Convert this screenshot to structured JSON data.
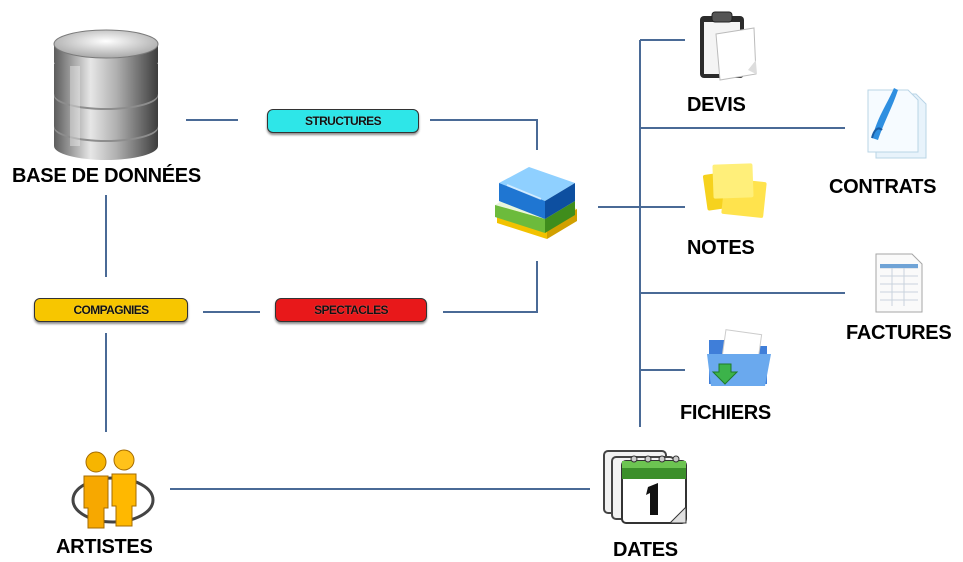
{
  "nodes": {
    "database": "BASE DE DONNÉES",
    "artistes": "ARTISTES",
    "dates": "DATES",
    "devis": "DEVIS",
    "contrats": "CONTRATS",
    "notes": "NOTES",
    "factures": "FACTURES",
    "fichiers": "FICHIERS"
  },
  "tags": {
    "structures": "STRUCTURES",
    "compagnies": "COMPAGNIES",
    "spectacles": "SPECTACLES"
  },
  "colors": {
    "connector": "#4a6a96",
    "structures_fill": "#2ee6e8",
    "compagnies_fill": "#f7c600",
    "spectacles_fill": "#e8181a"
  },
  "icons": [
    "database-icon",
    "books-icon",
    "clipboard-icon",
    "contract-icon",
    "sticky-notes-icon",
    "spreadsheet-icon",
    "folder-download-icon",
    "artists-icon",
    "calendar-icon"
  ]
}
